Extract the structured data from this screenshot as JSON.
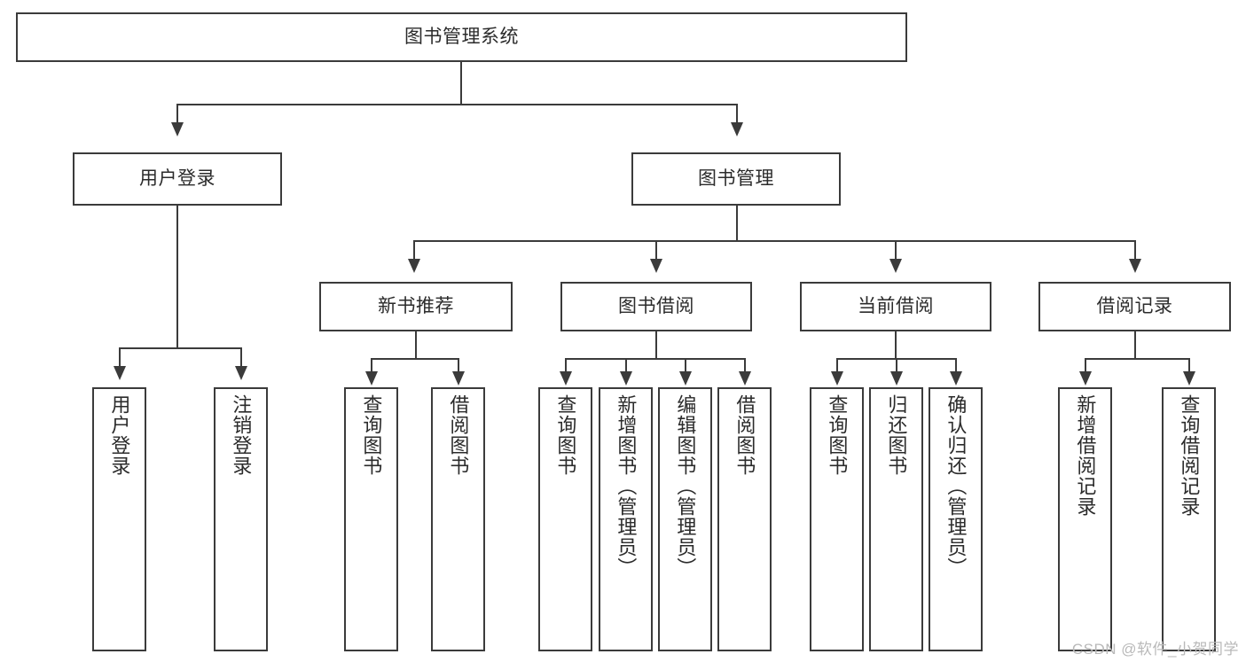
{
  "diagram": {
    "type": "tree-hierarchy",
    "title": "图书管理系统",
    "watermark": "CSDN @软件_小贺同学",
    "colors": {
      "stroke": "#3b3b3b",
      "fill": "#ffffff",
      "text": "#2b2b2b",
      "watermark": "#b9b9b9",
      "background": "#ffffff"
    },
    "root": {
      "label": "图书管理系统"
    },
    "level1": [
      {
        "id": "user-login",
        "label": "用户登录"
      },
      {
        "id": "book-management",
        "label": "图书管理"
      }
    ],
    "level2": [
      {
        "id": "new-book-recommend",
        "label": "新书推荐",
        "parent": "book-management"
      },
      {
        "id": "book-borrow",
        "label": "图书借阅",
        "parent": "book-management"
      },
      {
        "id": "current-borrow",
        "label": "当前借阅",
        "parent": "book-management"
      },
      {
        "id": "borrow-record",
        "label": "借阅记录",
        "parent": "book-management"
      }
    ],
    "leaves": {
      "user-login": [
        {
          "id": "leaf-user-login",
          "label": "用户登录"
        },
        {
          "id": "leaf-logout-login",
          "label": "注销登录"
        }
      ],
      "new-book-recommend": [
        {
          "id": "leaf-query-book-1",
          "label": "查询图书"
        },
        {
          "id": "leaf-borrow-book-1",
          "label": "借阅图书"
        }
      ],
      "book-borrow": [
        {
          "id": "leaf-query-book-2",
          "label": "查询图书"
        },
        {
          "id": "leaf-add-book",
          "label": "新增图书（管理员）"
        },
        {
          "id": "leaf-edit-book",
          "label": "编辑图书（管理员）"
        },
        {
          "id": "leaf-borrow-book-2",
          "label": "借阅图书"
        }
      ],
      "current-borrow": [
        {
          "id": "leaf-query-book-3",
          "label": "查询图书"
        },
        {
          "id": "leaf-return-book",
          "label": "归还图书"
        },
        {
          "id": "leaf-confirm-return",
          "label": "确认归还（管理员）"
        }
      ],
      "borrow-record": [
        {
          "id": "leaf-add-record",
          "label": "新增借阅记录"
        },
        {
          "id": "leaf-query-record",
          "label": "查询借阅记录"
        }
      ]
    }
  }
}
